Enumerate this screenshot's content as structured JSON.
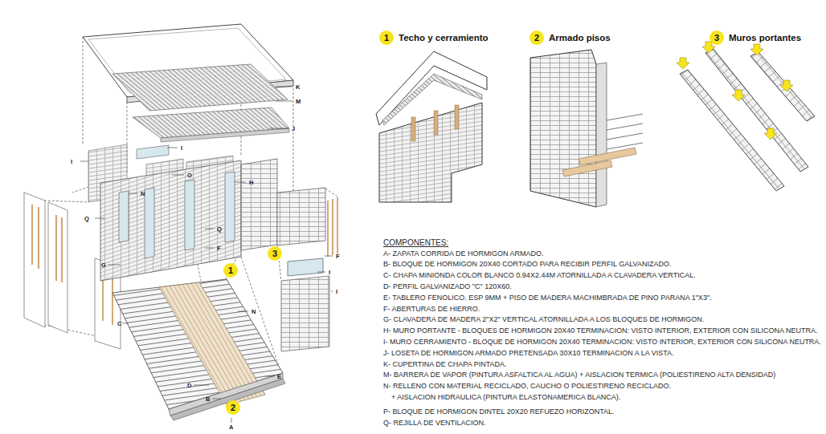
{
  "diagram": {
    "nodes": [
      {
        "text": [
          "1",
          "Techo y cerramiento"
        ]
      },
      {
        "text": [
          "2",
          "Armado pisos"
        ]
      },
      {
        "text": [
          "3",
          "Muros portantes"
        ]
      },
      {
        "text": [
          "3"
        ]
      },
      {
        "text": [
          "1"
        ]
      },
      {
        "text": [
          "2"
        ]
      }
    ],
    "labels": [
      "K",
      "M",
      "J",
      "I",
      "I",
      "O",
      "H",
      "N",
      "Q",
      "Q",
      "F",
      "F",
      "I",
      "I",
      "G",
      "C",
      "N",
      "E",
      "D",
      "B",
      "A",
      "COMPONENTES:",
      "A- ZAPATA CORRIDA DE HORMIGON ARMADO.",
      "B- BLOQUE DE HORMIGON 20X40 CORTADO PARA RECIBIR PERFIL GALVANIZADO.",
      "C- CHAPA MINIONDA COLOR BLANCO 0.94X2.44M ATORNILLADA A CLAVADERA VERTICAL.",
      "D- PERFIL GALVANIZADO \"C\" 120X60.",
      "E- TABLERO FENOLICO. ESP 9MM + PISO DE MADERA MACHIMBRADA DE PINO PARANA 1\"X3\".",
      "F- ABERTURAS DE HIERRO.",
      "G- CLAVADERA DE MADERA 2\"X2\" VERTICAL ATORNILLADA A LOS BLOQUES DE HORMIGON.",
      "H- MURO PORTANTE - BLOQUES DE HORMIGON 20X40 TERMINACION: VISTO INTERIOR, EXTERIOR CON SILICONA NEUTRA.",
      "I- MURO CERRAMIENTO - BLOQUE DE HORMIGON 20X40 TERMINACION: VISTO INTERIOR, EXTERIOR CON SILICONA NEUTRA.",
      "J- LOSETA DE HORMIGON ARMADO PRETENSADA 30X10 TERMINACION A LA VISTA.",
      "K- CUPERTINA DE CHAPA PINTADA.",
      "M- BARRERA DE VAPOR (PINTURA ASFALTICA AL AGUA) + AISLACION TERMICA (POLIESTIRENO ALTA DENSIDAD)",
      "N- RELLENO CON MATERIAL RECICLADO, CAUCHO O POLIESTIRENO RECICLADO.",
      "+ AISLACION HIDRAULICA (PINTURA ELASTONAMERICA BLANCA).",
      "P- BLOQUE DE HORMIGON DINTEL 20X20 REFUEZO HORIZONTAL.",
      "Q- REJILLA DE VENTILACION."
    ]
  }
}
